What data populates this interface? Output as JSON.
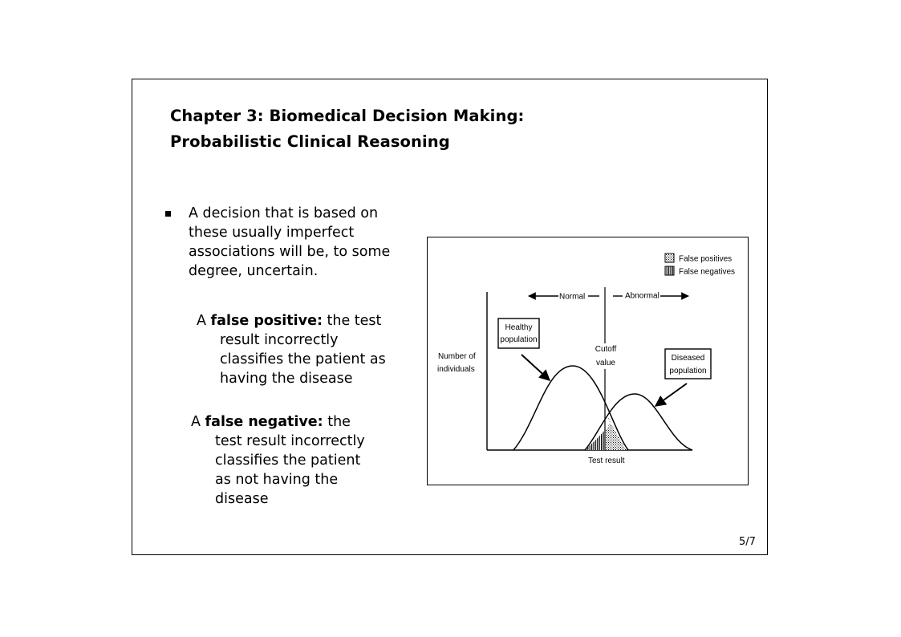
{
  "slide": {
    "title_line1": "Chapter 3: Biomedical Decision Making:",
    "title_line2": "Probabilistic Clinical Reasoning",
    "bullet_text_lines": [
      "A decision that is based on",
      "these usually imperfect",
      "associations will be, to some",
      "degree, uncertain."
    ],
    "fp": {
      "prefix": "A ",
      "term": "false positive:",
      "lines": [
        " the test",
        "result incorrectly",
        "classifies the patient as",
        "having the disease"
      ]
    },
    "fn": {
      "prefix": "A ",
      "term": "false negative:",
      "lines": [
        " the",
        "test result incorrectly",
        "classifies the patient",
        "as not having the",
        "disease"
      ]
    },
    "page_number": "5/7"
  },
  "figure": {
    "legend_false_positives": "False positives",
    "legend_false_negatives": "False negatives",
    "label_normal": "Normal",
    "label_abnormal": "Abnormal",
    "label_healthy_line1": "Healthy",
    "label_healthy_line2": "population",
    "label_diseased_line1": "Diseased",
    "label_diseased_line2": "population",
    "label_cutoff_line1": "Cutoff",
    "label_cutoff_line2": "value",
    "y_axis_line1": "Number of",
    "y_axis_line2": "individuals",
    "x_axis_label": "Test result"
  }
}
